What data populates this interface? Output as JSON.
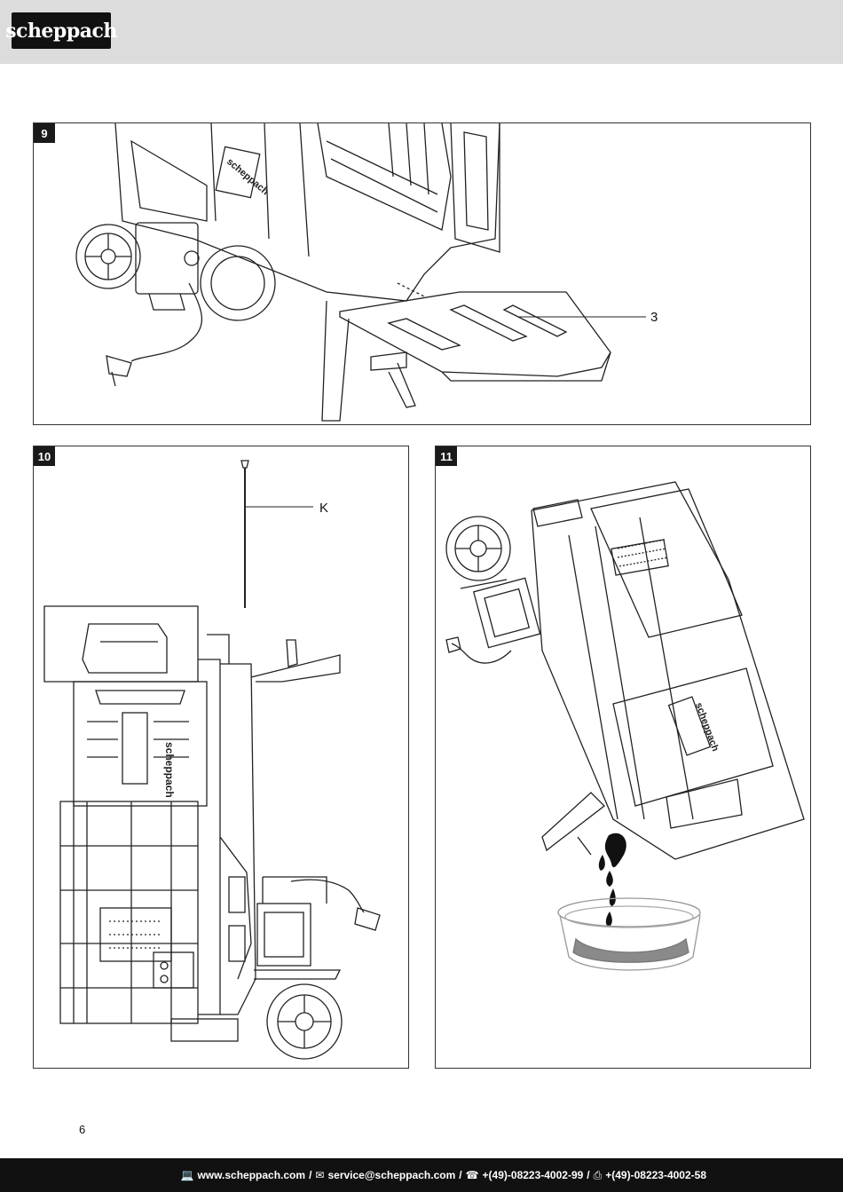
{
  "header": {
    "logo_text": "scheppach"
  },
  "figures": [
    {
      "label": "9",
      "callouts": [
        "3"
      ]
    },
    {
      "label": "10",
      "callouts": [
        "K"
      ]
    },
    {
      "label": "11",
      "callouts": []
    }
  ],
  "page_number": "6",
  "footer": {
    "web_icon": "computer-icon",
    "web": "www.scheppach.com",
    "email_icon": "mail-icon",
    "email": "service@scheppach.com",
    "phone_icon": "phone-icon",
    "phone": "+(49)-08223-4002-99",
    "fax_icon": "fax-icon",
    "fax": "+(49)-08223-4002-58",
    "separator": "/"
  }
}
